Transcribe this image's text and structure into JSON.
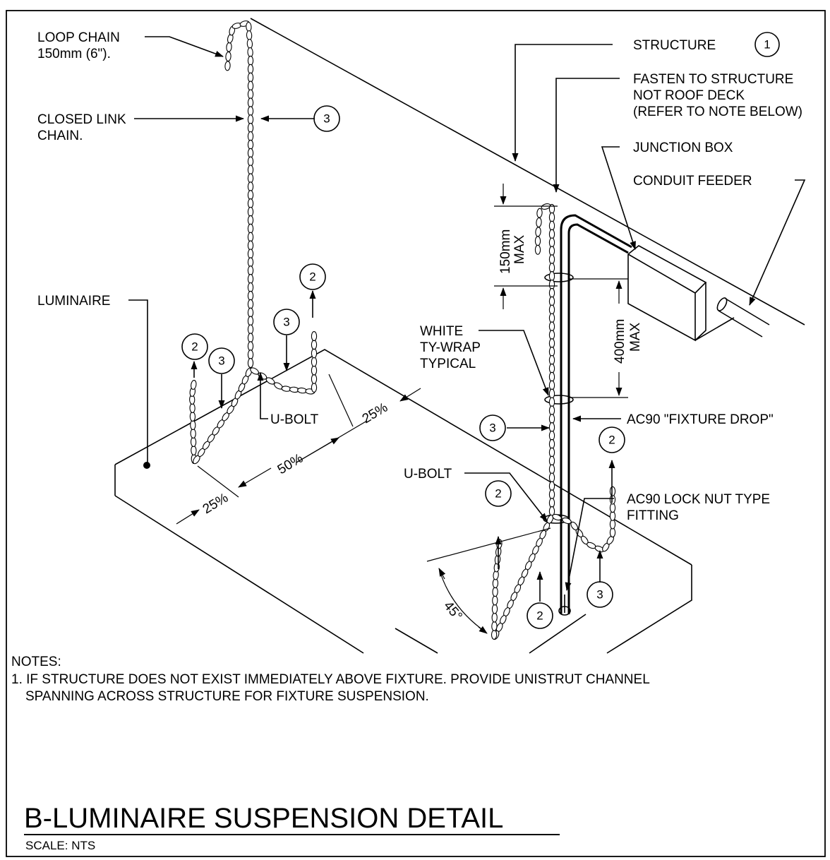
{
  "labels": {
    "loop_chain_1": "LOOP CHAIN",
    "loop_chain_2": "150mm (6\").",
    "closed_link_1": "CLOSED LINK",
    "closed_link_2": "CHAIN.",
    "luminaire": "LUMINAIRE",
    "structure": "STRUCTURE",
    "fasten_1": "FASTEN TO STRUCTURE",
    "fasten_2": "NOT ROOF DECK",
    "fasten_3": "(REFER TO NOTE BELOW)",
    "junction_box": "JUNCTION BOX",
    "conduit_feeder": "CONDUIT FEEDER",
    "white_1": "WHITE",
    "white_2": "TY-WRAP",
    "white_3": "TYPICAL",
    "ac90_drop": "AC90 \"FIXTURE DROP\"",
    "lock_nut_1": "AC90 LOCK NUT TYPE",
    "lock_nut_2": "FITTING",
    "ubolt_left": "U-BOLT",
    "ubolt_right": "U-BOLT"
  },
  "dimensions": {
    "pct_25_right": "25%",
    "pct_50": "50%",
    "pct_25_left": "25%",
    "dim_150_1": "150mm",
    "dim_150_2": "MAX",
    "dim_400_1": "400mm",
    "dim_400_2": "MAX",
    "angle_45": "45°"
  },
  "callouts": {
    "structure": "1",
    "closed_link": "3",
    "left_2a": "2",
    "left_3a": "3",
    "left_3b": "3",
    "left_2b": "2",
    "right_3_chain": "3",
    "right_2_lock": "2",
    "right_2_ubolt": "2",
    "right_2_bottom": "2",
    "right_3_bottom": "3"
  },
  "notes": {
    "heading": "NOTES:",
    "n1_line1": "1.  IF STRUCTURE DOES NOT EXIST IMMEDIATELY ABOVE FIXTURE. PROVIDE UNISTRUT CHANNEL",
    "n1_line2": "SPANNING ACROSS STRUCTURE FOR FIXTURE SUSPENSION."
  },
  "title": {
    "main": "B-LUMINAIRE SUSPENSION DETAIL",
    "scale": "SCALE: NTS"
  }
}
